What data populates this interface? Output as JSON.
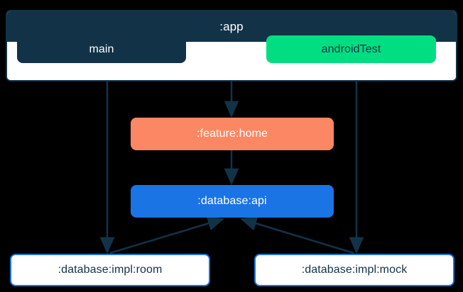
{
  "diagram": {
    "type": "dependency-graph",
    "background": "#000000",
    "palette": {
      "dark_navy": "#123247",
      "green": "#01de81",
      "salmon": "#fc8764",
      "blue": "#1b74e4",
      "white": "#ffffff",
      "edge": "#123247"
    },
    "container": {
      "label": ":app",
      "source_sets": [
        {
          "label": "main",
          "style": "dark"
        },
        {
          "label": "androidTest",
          "style": "green"
        }
      ]
    },
    "nodes": [
      {
        "id": "feature-home",
        "label": ":feature:home",
        "style": "salmon"
      },
      {
        "id": "database-api",
        "label": ":database:api",
        "style": "blue"
      },
      {
        "id": "database-impl-room",
        "label": ":database:impl:room",
        "style": "outlined"
      },
      {
        "id": "database-impl-mock",
        "label": ":database:impl:mock",
        "style": "outlined"
      }
    ],
    "edges": [
      {
        "from": "main",
        "to": "database-impl-room"
      },
      {
        "from": ":app",
        "to": "feature-home"
      },
      {
        "from": "androidTest",
        "to": "database-impl-mock"
      },
      {
        "from": "feature-home",
        "to": "database-api"
      },
      {
        "from": "database-impl-room",
        "to": "database-api"
      },
      {
        "from": "database-impl-mock",
        "to": "database-api"
      }
    ]
  }
}
